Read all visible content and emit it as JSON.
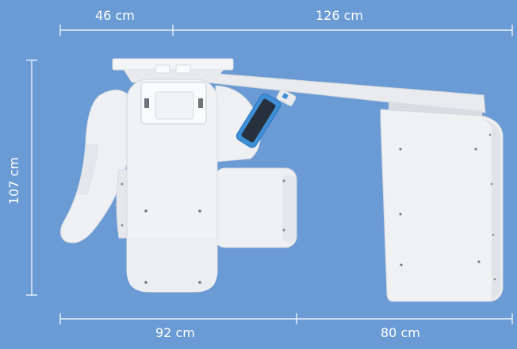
{
  "dimensions": {
    "top_left": "46 cm",
    "top_right": "126 cm",
    "bottom_left": "92 cm",
    "bottom_right": "80 cm",
    "height": "107 cm"
  },
  "colors": {
    "background": "#6a9bd4",
    "device_body": "#f1f2f4",
    "device_shadow": "#d9dce1",
    "line": "#ffffff",
    "sensor_accent": "#3f8fd6"
  }
}
